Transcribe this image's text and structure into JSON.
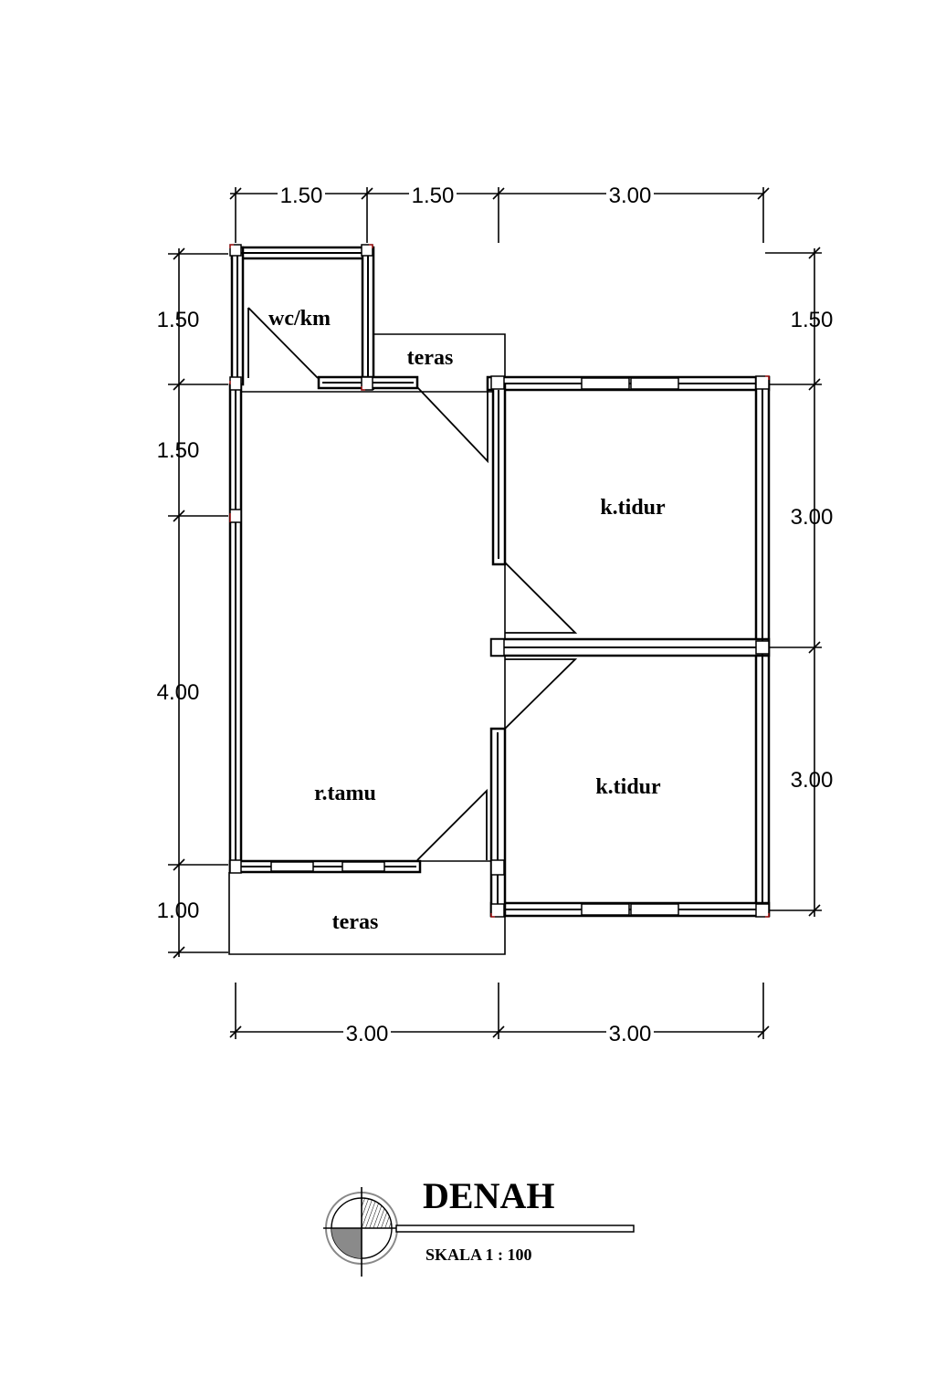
{
  "rooms": {
    "wc": "wc/km",
    "teras_top": "teras",
    "bedroom_top": "k.tidur",
    "bedroom_bottom": "k.tidur",
    "living": "r.tamu",
    "teras_bottom": "teras"
  },
  "dimensions": {
    "top": [
      "1.50",
      "1.50",
      "3.00"
    ],
    "bottom": [
      "3.00",
      "3.00"
    ],
    "left": [
      "1.50",
      "1.50",
      "4.00",
      "1.00"
    ],
    "right": [
      "1.50",
      "3.00",
      "3.00"
    ]
  },
  "title": {
    "main": "DENAH",
    "scale": "SKALA 1 : 100"
  },
  "colors": {
    "line": "#000000",
    "column_marker": "#d00000"
  }
}
